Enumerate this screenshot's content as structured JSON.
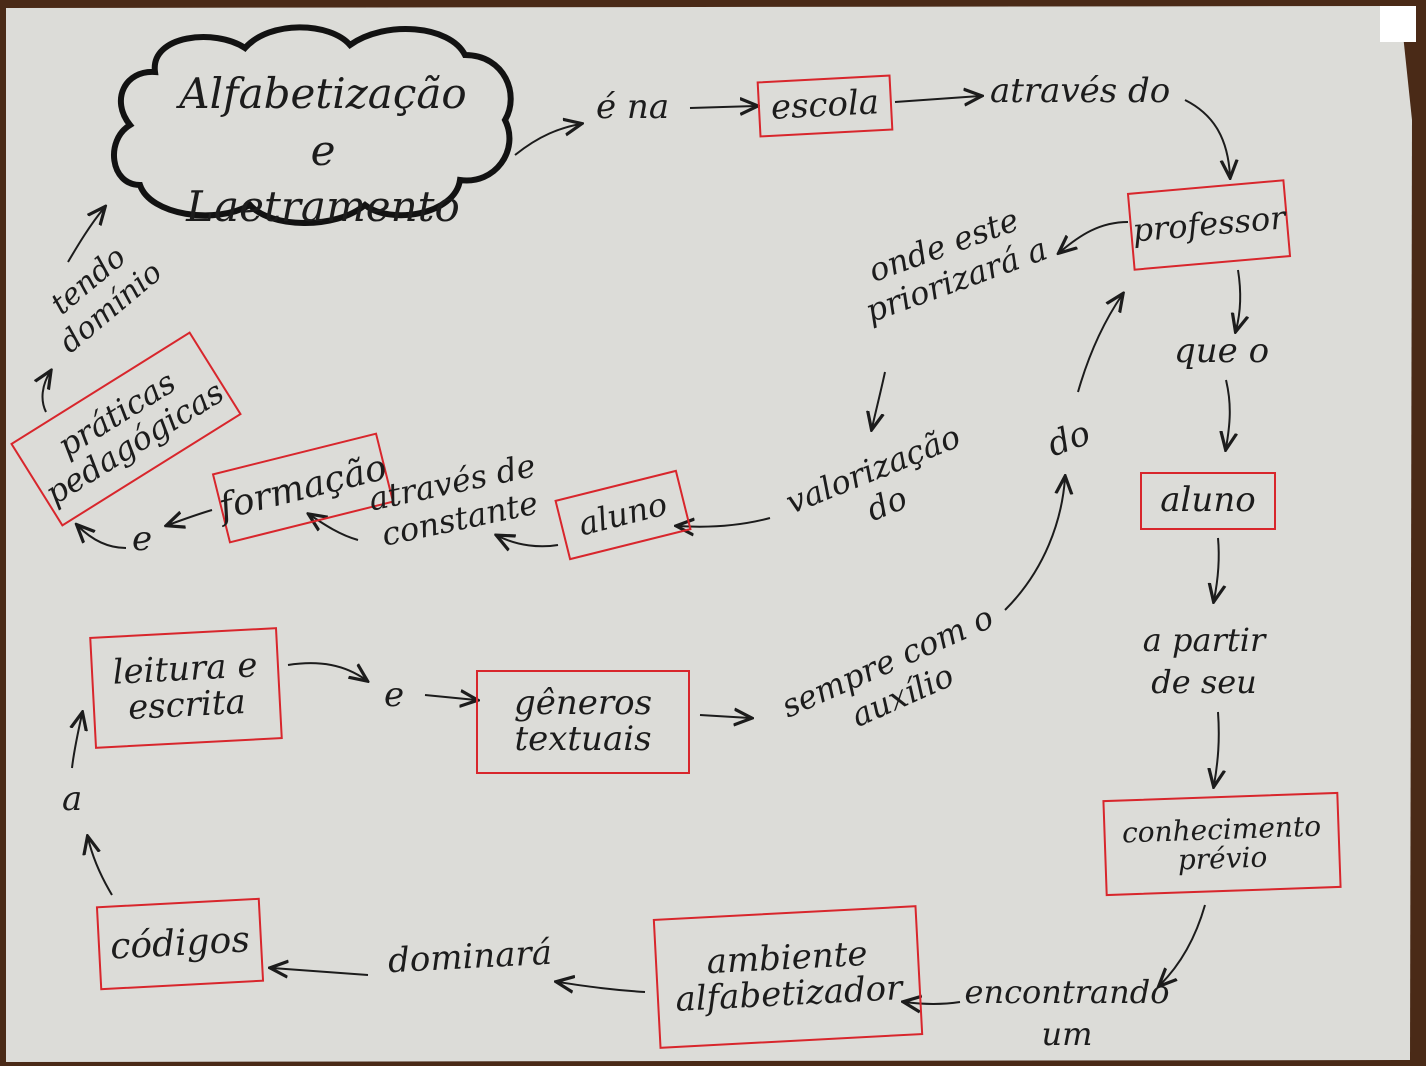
{
  "title": "Alfabetização e Laetramento",
  "nodes": {
    "escola": "escola",
    "professor": "professor",
    "aluno_right": "aluno",
    "conhecimento": "conhecimento prévio",
    "ambiente": "ambiente alfabetizador",
    "codigos": "códigos",
    "leitura": "leitura e escrita",
    "generos": "gêneros textuais",
    "aluno_mid": "aluno",
    "formacao": "formação",
    "praticas": "práticas pedagógicas"
  },
  "links": {
    "e_na": "é na",
    "atraves_do": "através do",
    "onde_este": "onde este priorizará a",
    "que_o": "que o",
    "do": "do",
    "a_partir": "a partir de seu",
    "encontrando": "encontrando um",
    "dominara": "dominará",
    "a": "a",
    "e_generos": "e",
    "sempre": "sempre com o auxílio",
    "valorizacao": "valorização do",
    "atraves_constante": "através de constante",
    "e_praticas": "e",
    "tendo": "tendo domínio"
  },
  "colors": {
    "paper": "#ddddd9",
    "box": "#d8262c",
    "ink": "#1c1c1c",
    "frame": "#4a2a17"
  }
}
